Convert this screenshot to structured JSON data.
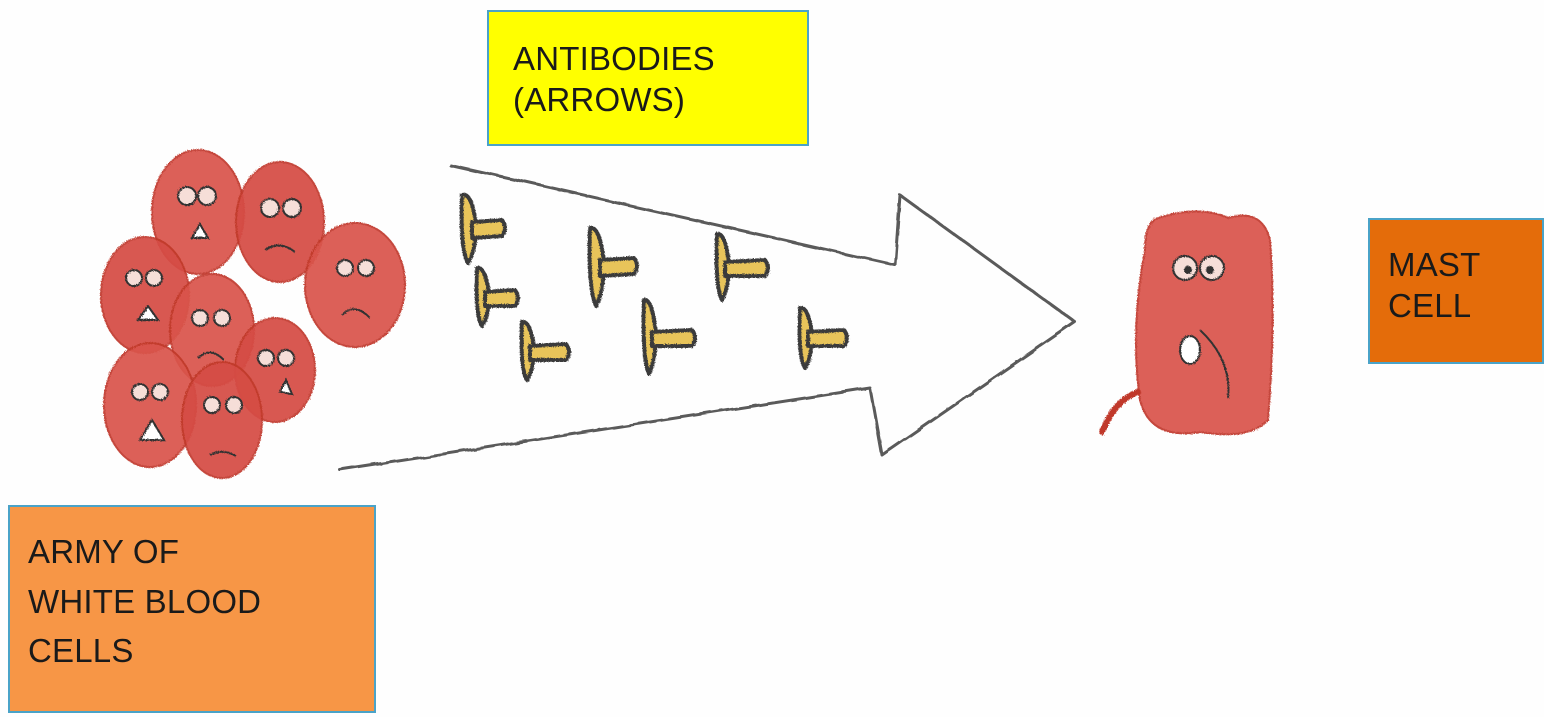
{
  "labels": {
    "antibodies": "ANTIBODIES\n(ARROWS)",
    "mast_cell": "MAST\nCELL",
    "army": "ARMY OF\nWHITE BLOOD\nCELLS"
  },
  "colors": {
    "antibodies_box": "#ffff00",
    "mast_box": "#e46c0a",
    "army_box": "#f79646",
    "box_border": "#4aa3c8",
    "cell_fill": "#d9534a",
    "antibody_fill": "#e8c45a",
    "pencil": "#555555"
  }
}
